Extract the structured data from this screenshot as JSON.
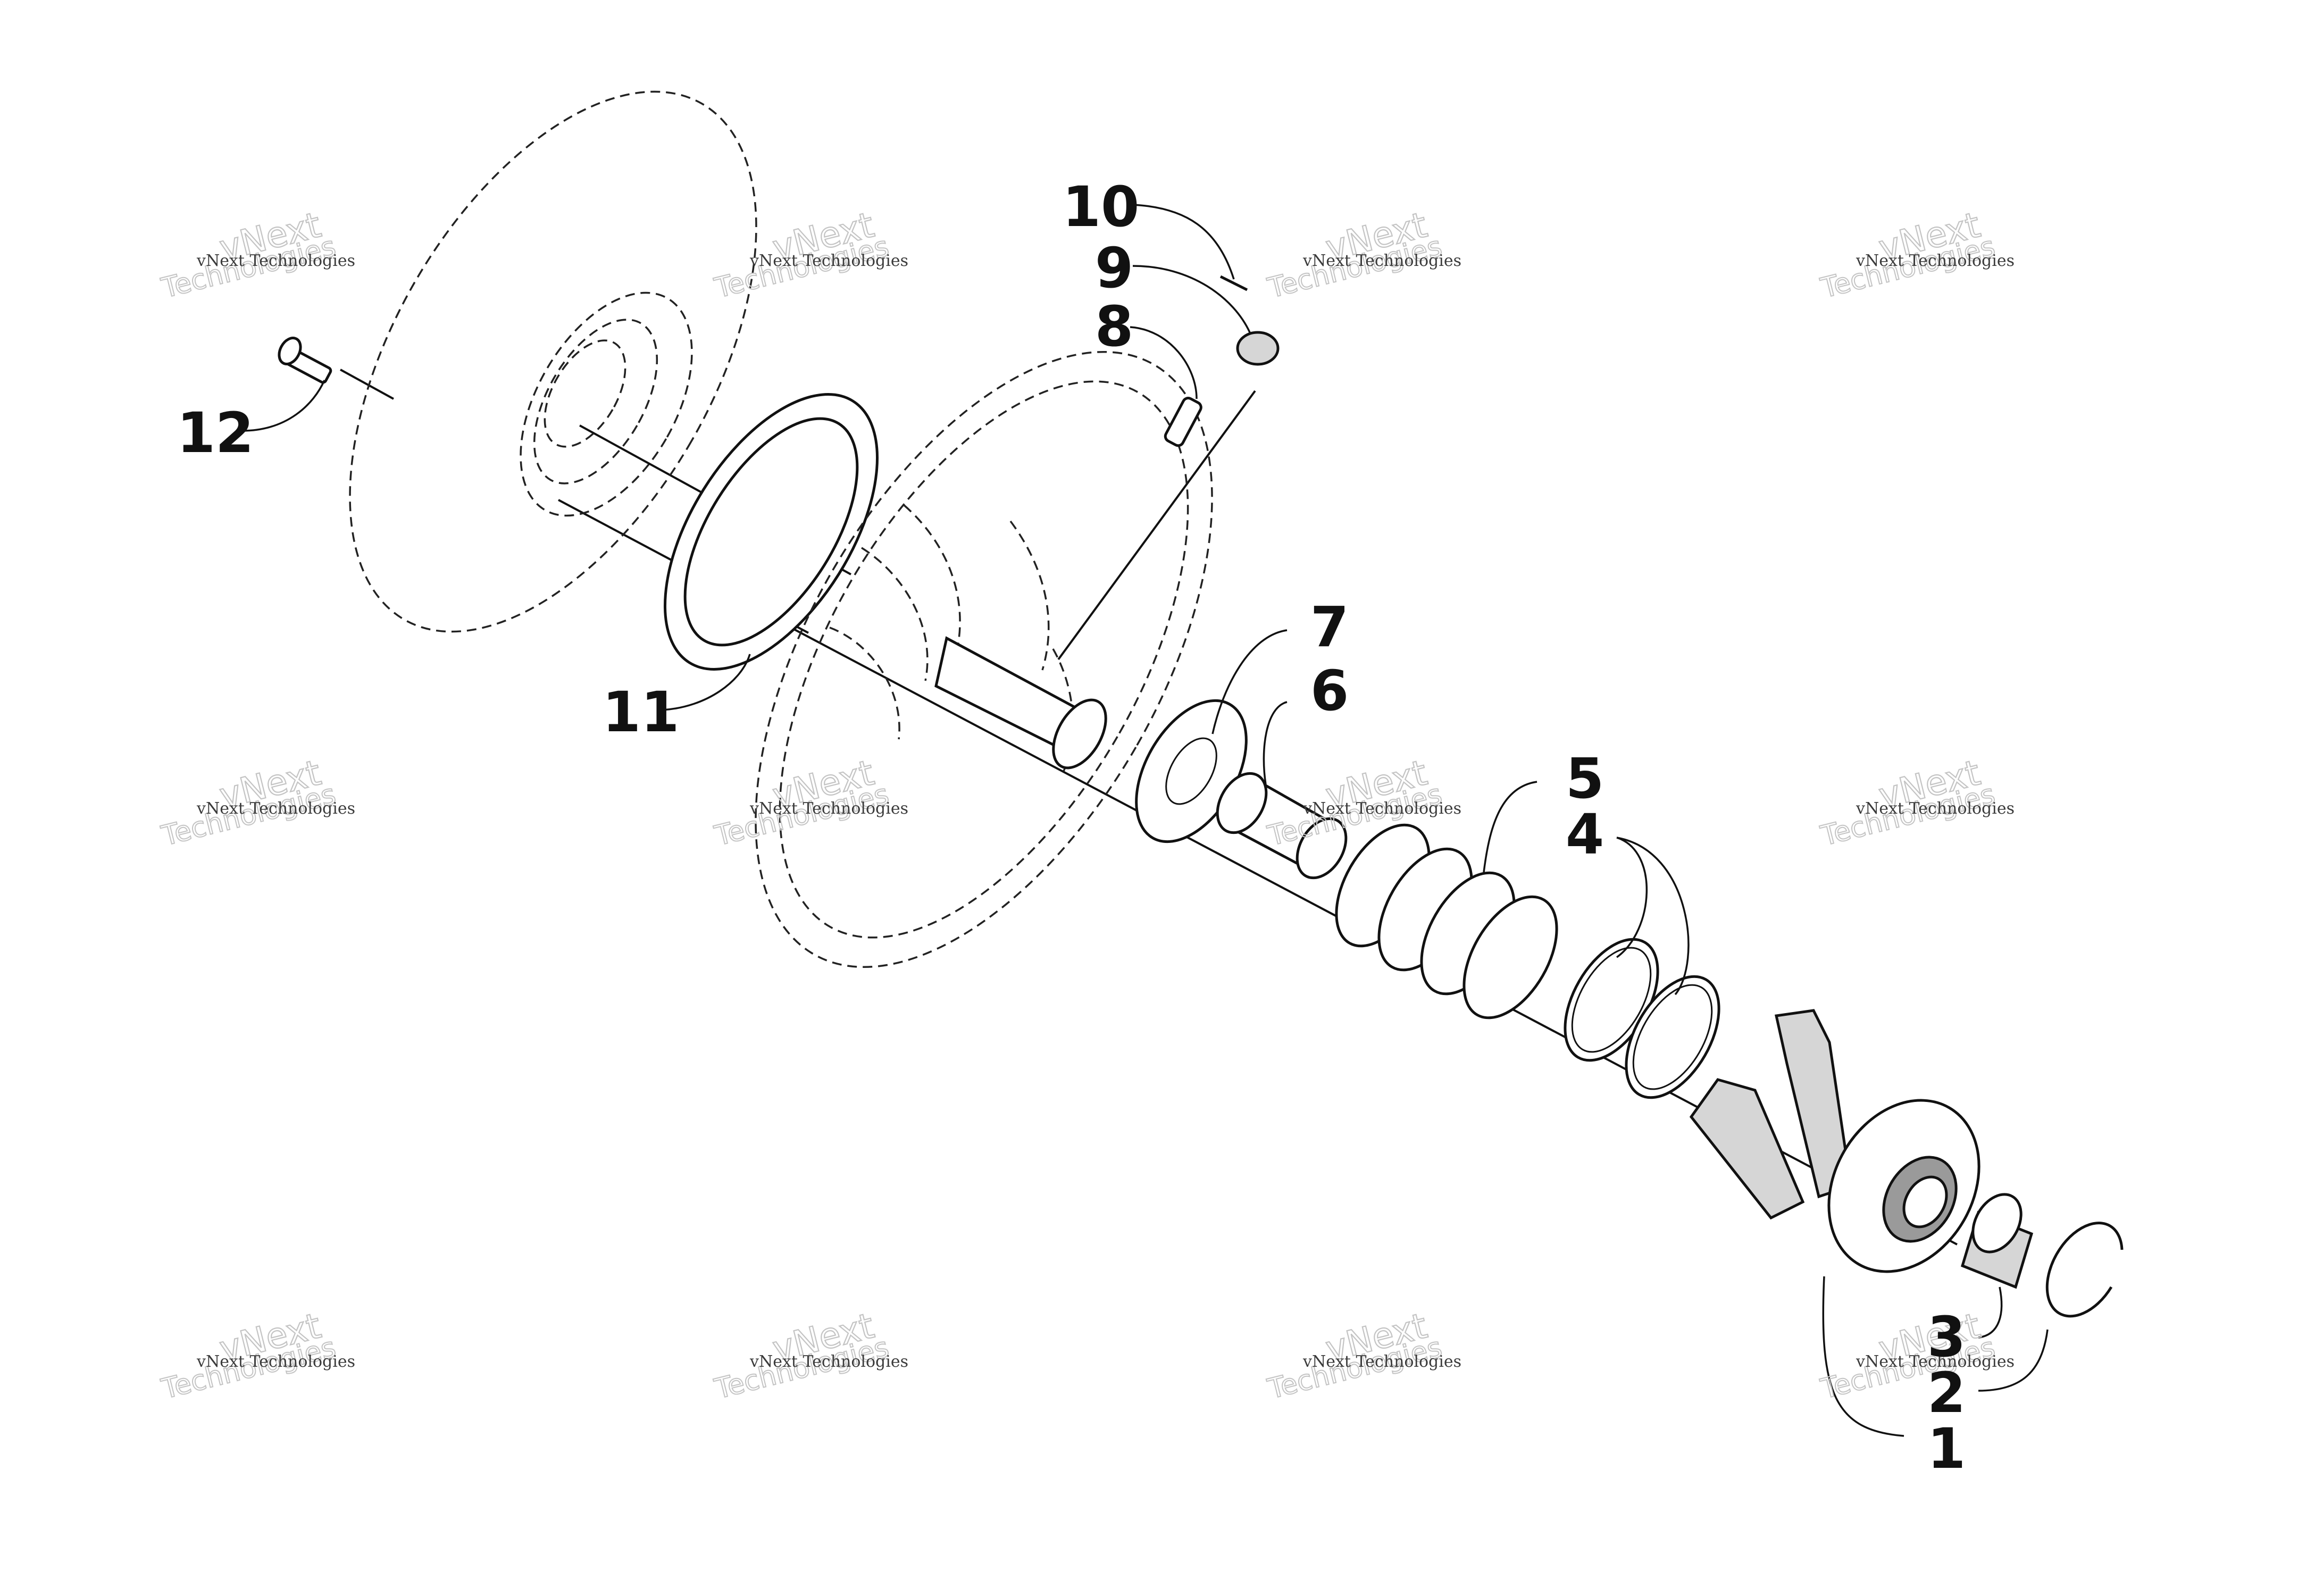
{
  "callouts": [
    {
      "id": "1",
      "text": "1"
    },
    {
      "id": "2",
      "text": "2"
    },
    {
      "id": "3",
      "text": "3"
    },
    {
      "id": "4",
      "text": "4"
    },
    {
      "id": "5",
      "text": "5"
    },
    {
      "id": "6",
      "text": "6"
    },
    {
      "id": "7",
      "text": "7"
    },
    {
      "id": "8",
      "text": "8"
    },
    {
      "id": "9",
      "text": "9"
    },
    {
      "id": "10",
      "text": "10"
    },
    {
      "id": "11",
      "text": "11"
    },
    {
      "id": "12",
      "text": "12"
    }
  ],
  "watermark": {
    "line1": "vNext Technologies",
    "line2": "vNext",
    "line3": "Technologies"
  }
}
